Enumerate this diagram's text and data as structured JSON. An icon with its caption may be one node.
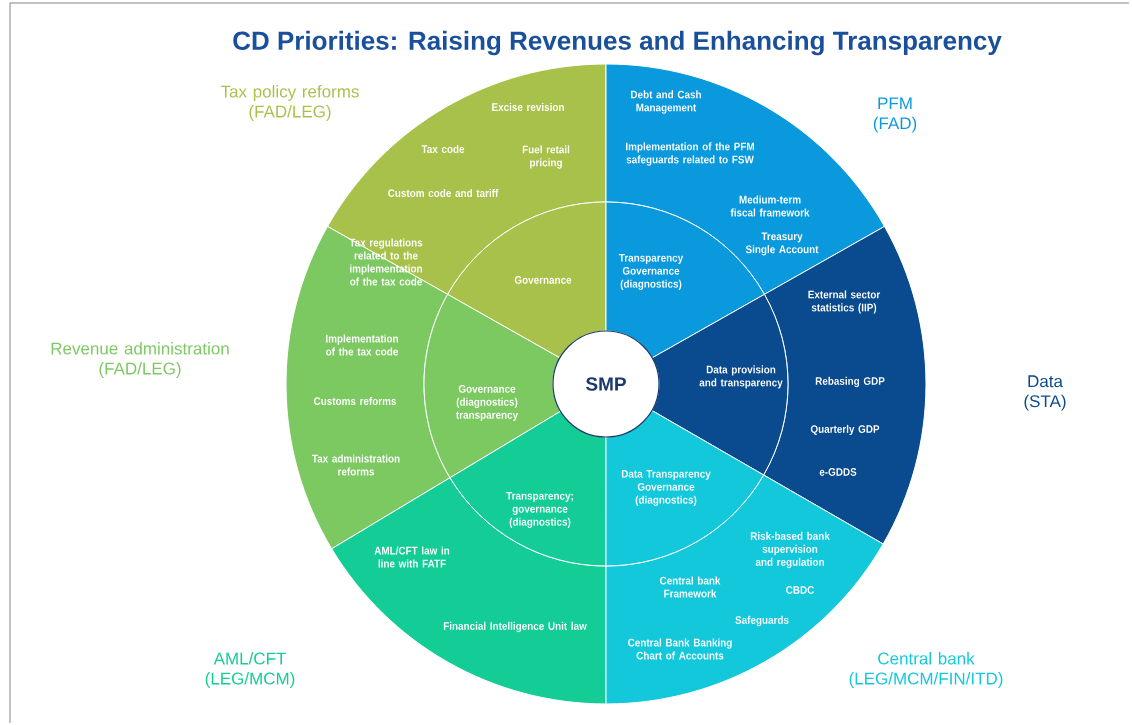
{
  "diagram": {
    "title": "CD Priorities: Raising Revenues and Enhancing Transparency",
    "nodes": [
      {
        "text": [
          "SMP"
        ]
      },
      {
        "text": [
          "Excise revision",
          "Tax code",
          "Fuel retail pricing",
          "Custom code and tariff"
        ],
        "beside": [
          "Tax policy reforms (FAD/LEG)"
        ]
      },
      {
        "text": [
          "Governance"
        ]
      },
      {
        "text": [
          "Debt and Cash Management",
          "Implementation of the PFM safeguards related to FSW",
          "Medium-term fiscal framework",
          "Treasury Single Account"
        ],
        "beside": [
          "PFM (FAD)"
        ]
      },
      {
        "text": [
          "Transparency Governance (diagnostics)"
        ]
      },
      {
        "text": [
          "Tax regulations related to the implementation of the tax code",
          "Implementation of the tax code",
          "Customs reforms",
          "Tax administration reforms"
        ],
        "beside": [
          "Revenue administration (FAD/LEG)"
        ]
      },
      {
        "text": [
          "Governance (diagnostics) transparency"
        ]
      },
      {
        "text": [
          "External sector statistics (IIP)",
          "Rebasing GDP",
          "Quarterly GDP",
          "e-GDDS"
        ]
      },
      {
        "text": [
          "Data provision and transparency"
        ]
      },
      {
        "text": [
          "AML/CFT  law in line with FATF",
          "Financial Intelligence Unit law"
        ],
        "beside": [
          "AML/CFT (LEG/MCM)"
        ]
      },
      {
        "text": [
          "Transparency; governance (diagnostics)"
        ]
      },
      {
        "text": [
          "Risk-based bank supervision and regulation",
          "Central bank Framework",
          "CBDC",
          "Safeguards",
          "Central Bank Banking Chart of Accounts"
        ],
        "beside": [
          "Central bank (LEG/MCM/FIN/ITD)"
        ]
      },
      {
        "text": [
          "Data Transparency Governance (diagnostics)"
        ]
      }
    ],
    "labels": [
      "Data (STA)"
    ]
  }
}
